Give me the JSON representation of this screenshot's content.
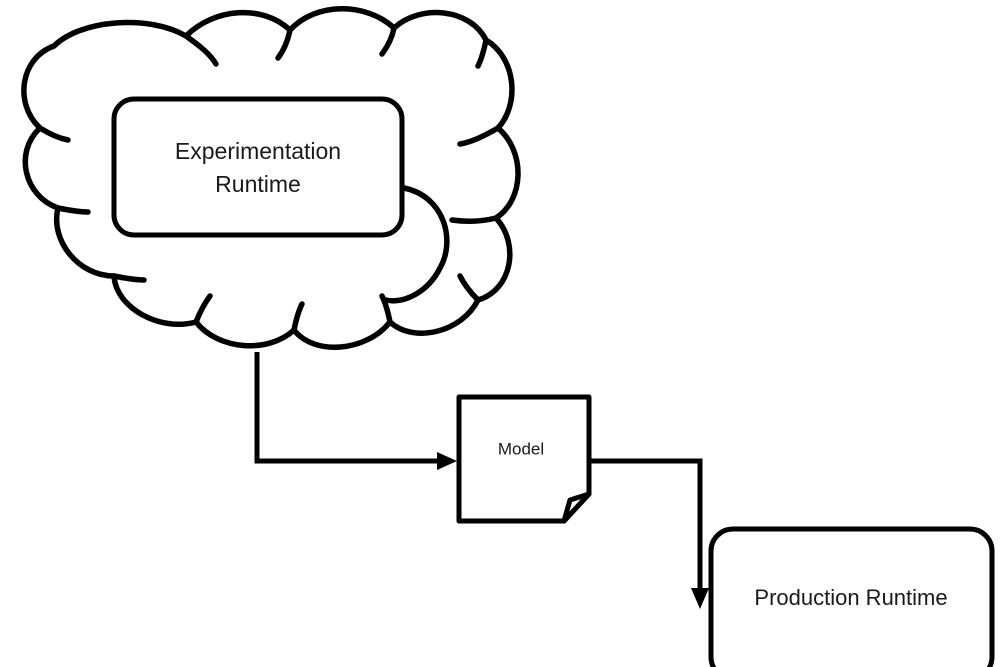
{
  "diagram": {
    "type": "flowchart",
    "background_color": "#ffffff",
    "stroke_color": "#000000",
    "text_color": "#1a1a1a",
    "nodes": [
      {
        "id": "cloud",
        "shape": "cloud",
        "name": "cloud-container",
        "label": ""
      },
      {
        "id": "experimentation",
        "shape": "rounded-rectangle",
        "name": "experimentation-runtime-box",
        "label_line1": "Experimentation",
        "label_line2": "Runtime"
      },
      {
        "id": "model",
        "shape": "document",
        "name": "model-document-box",
        "label": "Model"
      },
      {
        "id": "production",
        "shape": "rounded-rectangle",
        "name": "production-runtime-box",
        "label": "Production Runtime"
      }
    ],
    "edges": [
      {
        "id": "edge-cloud-to-model",
        "name": "connector-cloud-to-model",
        "from": "cloud",
        "to": "model",
        "style": "orthogonal",
        "arrowhead": "filled-triangle"
      },
      {
        "id": "edge-model-to-production",
        "name": "connector-model-to-production",
        "from": "model",
        "to": "production",
        "style": "orthogonal",
        "arrowhead": "filled-triangle"
      }
    ]
  }
}
